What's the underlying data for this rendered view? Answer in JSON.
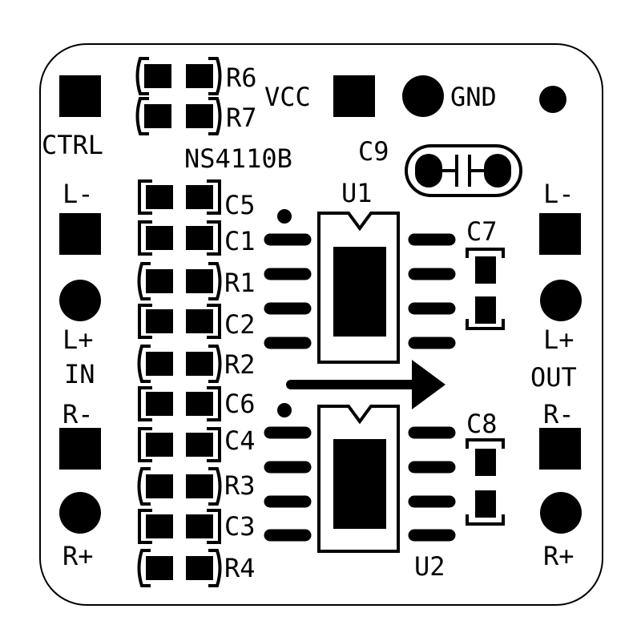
{
  "board": {
    "outline_color": "#000000",
    "background_color": "#ffffff"
  },
  "labels": {
    "ctrl": "CTRL",
    "vcc": "VCC",
    "gnd": "GND",
    "chip_name": "NS4110B",
    "in": "IN",
    "out": "OUT",
    "in_l_minus": "L-",
    "in_l_plus": "L+",
    "in_r_minus": "R-",
    "in_r_plus": "R+",
    "out_l_minus": "L-",
    "out_l_plus": "L+",
    "out_r_minus": "R-",
    "out_r_plus": "R+"
  },
  "components": {
    "r6": "R6",
    "r7": "R7",
    "c5": "C5",
    "c1": "C1",
    "r1": "R1",
    "c2": "C2",
    "r2": "R2",
    "c6": "C6",
    "c4": "C4",
    "r3": "R3",
    "c3": "C3",
    "r4": "R4",
    "u1": "U1",
    "u2": "U2",
    "c7": "C7",
    "c8": "C8",
    "c9": "C9"
  },
  "icons": {
    "signal_arrow": "arrow-right-icon"
  }
}
